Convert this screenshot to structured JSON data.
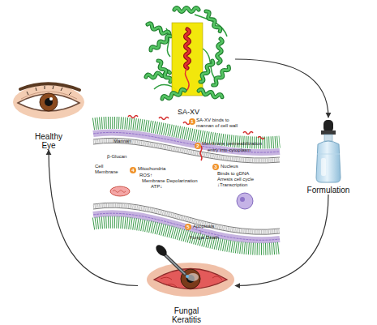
{
  "diagram": {
    "nodes": [
      {
        "text": [
          "SA-XV"
        ]
      },
      {
        "text": [
          "Healthy Eye"
        ]
      },
      {
        "text": [
          "Formulation"
        ]
      },
      {
        "text": [
          "Fungal Keratitis"
        ]
      }
    ],
    "edges": [
      {
        "from": 0,
        "to": 2,
        "arrow": "to"
      },
      {
        "from": 2,
        "to": 3,
        "arrow": "to"
      },
      {
        "from": 3,
        "to": 1,
        "arrow": "to"
      }
    ],
    "labels": [
      "1",
      "SA-XV binds to mannan of cell wall",
      "Mannan",
      "β-Glucan",
      "Cell Membrane",
      "2",
      "Membrane permeabilization",
      "entry into cytoplasm",
      "4",
      "Mitochondria",
      "ROS↑",
      "Membrane Depolarization",
      "ATP↓",
      "3",
      "Nucleus",
      "Binds to gDNA",
      "Arrests cell cycle",
      "↓Transcription",
      "5",
      "Apoptosis",
      "↓",
      "Fungal Death"
    ]
  }
}
